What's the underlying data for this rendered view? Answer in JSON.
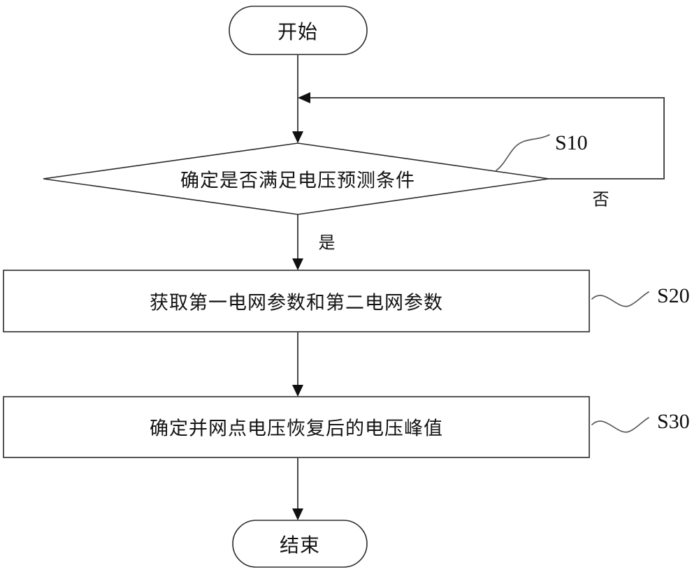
{
  "diagram": {
    "type": "flowchart",
    "title": "",
    "language": "zh-CN",
    "colors": {
      "background": "#ffffff",
      "shape_stroke": "#2b2b2b",
      "connector": "#4a4a4a",
      "text": "#131313"
    },
    "nodes": {
      "start": {
        "label": "开始",
        "shape": "stadium"
      },
      "decision": {
        "label": "确定是否满足电压预测条件",
        "shape": "diamond",
        "step": "S10"
      },
      "process_s20": {
        "label": "获取第一电网参数和第二电网参数",
        "shape": "rectangle",
        "step": "S20"
      },
      "process_s30": {
        "label": "确定并网点电压恢复后的电压峰值",
        "shape": "rectangle",
        "step": "S30"
      },
      "end": {
        "label": "结束",
        "shape": "stadium"
      }
    },
    "branches": {
      "yes": "是",
      "no": "否"
    },
    "step_labels": {
      "s10": "S10",
      "s20": "S20",
      "s30": "S30"
    }
  }
}
